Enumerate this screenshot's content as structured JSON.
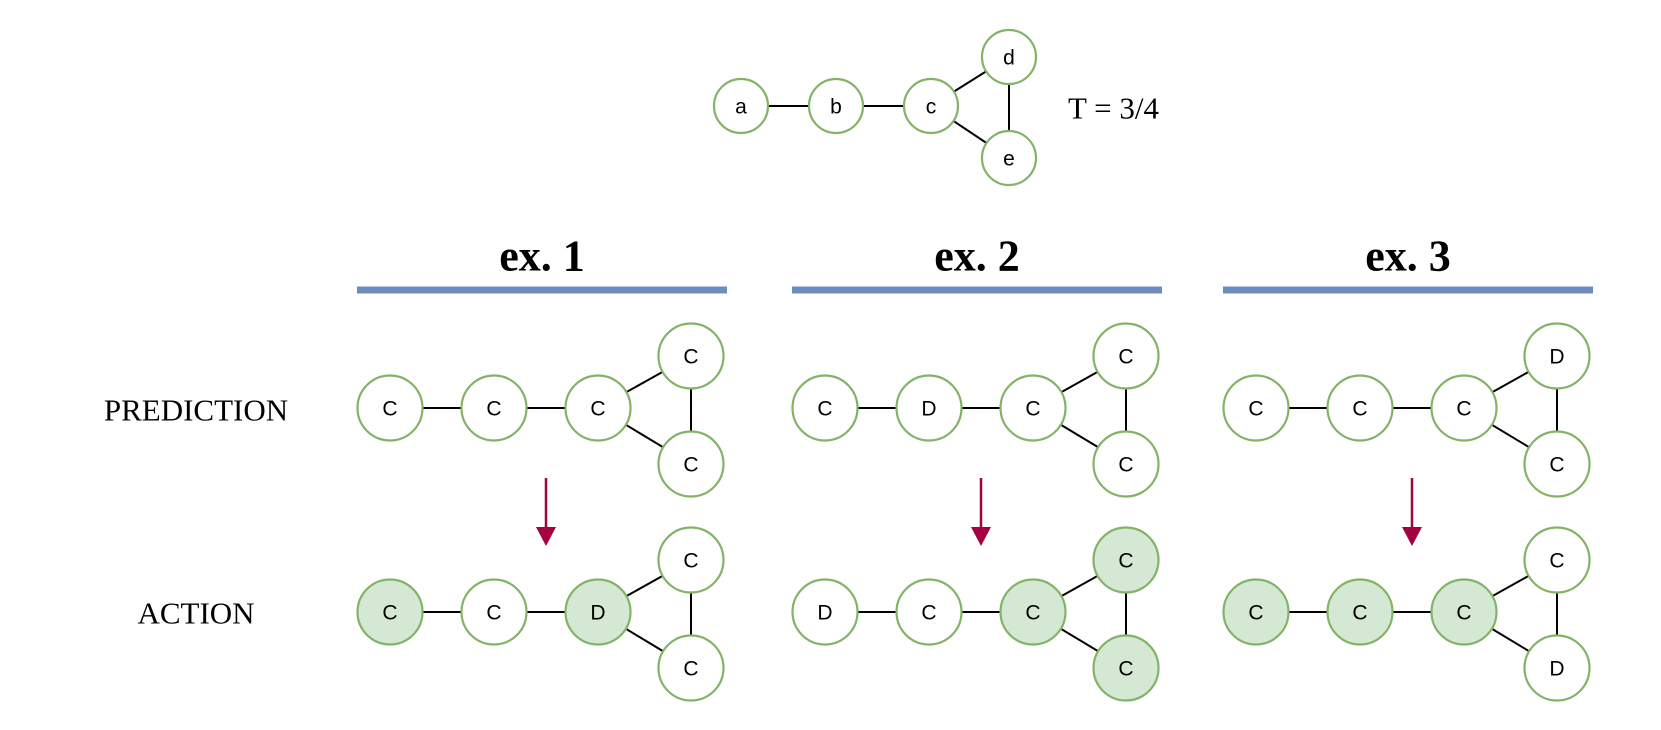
{
  "colors": {
    "node_stroke": "#82b366",
    "node_fill_highlight": "#d5e8d4",
    "node_fill_plain": "#ffffff",
    "underline": "#6c8ebf",
    "arrow": "#a50040",
    "edge": "#000000"
  },
  "top_graph": {
    "nodes": [
      "a",
      "b",
      "c",
      "d",
      "e"
    ],
    "edges": [
      [
        "a",
        "b"
      ],
      [
        "b",
        "c"
      ],
      [
        "c",
        "d"
      ],
      [
        "c",
        "e"
      ],
      [
        "d",
        "e"
      ]
    ],
    "threshold_text": "T = 3/4"
  },
  "row_labels": {
    "prediction": "PREDICTION",
    "action": "ACTION"
  },
  "examples": [
    {
      "title": "ex. 1",
      "prediction": {
        "labels": [
          "C",
          "C",
          "C",
          "C",
          "C"
        ],
        "highlight": [
          false,
          false,
          false,
          false,
          false
        ]
      },
      "action": {
        "labels": [
          "C",
          "C",
          "D",
          "C",
          "C"
        ],
        "highlight": [
          true,
          false,
          true,
          false,
          false
        ]
      }
    },
    {
      "title": "ex. 2",
      "prediction": {
        "labels": [
          "C",
          "D",
          "C",
          "C",
          "C"
        ],
        "highlight": [
          false,
          false,
          false,
          false,
          false
        ]
      },
      "action": {
        "labels": [
          "D",
          "C",
          "C",
          "C",
          "C"
        ],
        "highlight": [
          false,
          false,
          true,
          true,
          true
        ]
      }
    },
    {
      "title": "ex. 3",
      "prediction": {
        "labels": [
          "C",
          "C",
          "C",
          "D",
          "C"
        ],
        "highlight": [
          false,
          false,
          false,
          false,
          false
        ]
      },
      "action": {
        "labels": [
          "C",
          "C",
          "C",
          "C",
          "D"
        ],
        "highlight": [
          true,
          true,
          true,
          false,
          false
        ]
      }
    }
  ]
}
